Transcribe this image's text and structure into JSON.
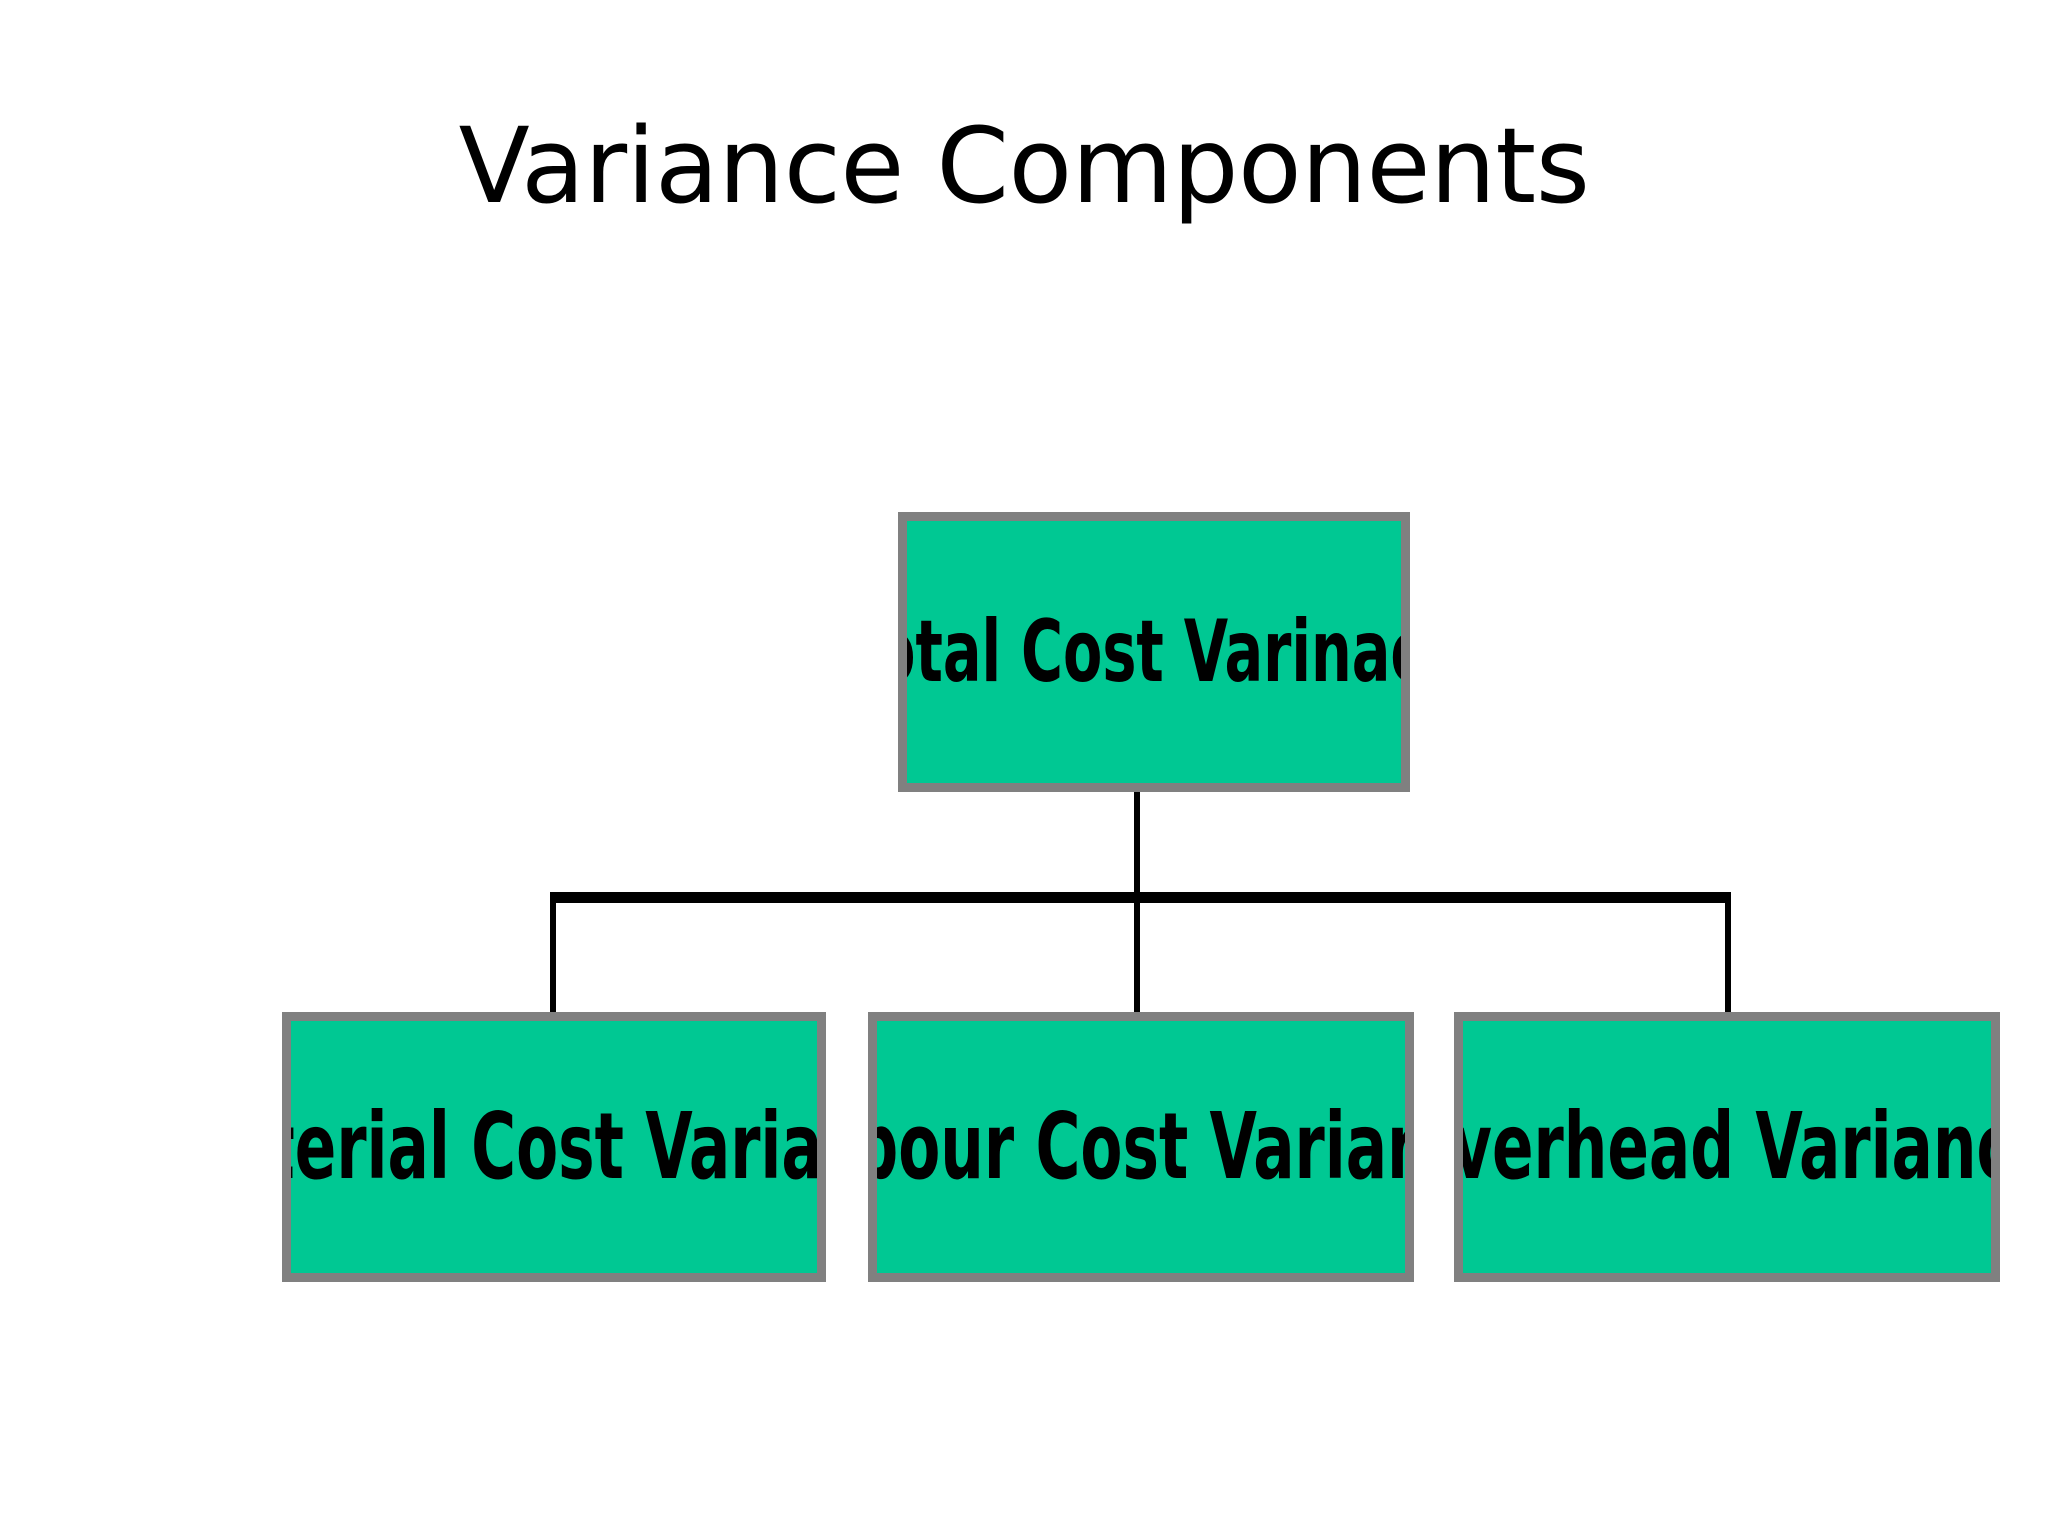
{
  "slide": {
    "title": "Variance Components",
    "background_color": "#FFFFFF"
  },
  "theme": {
    "node_fill": "#00C893",
    "node_border": "#808080",
    "connector_color": "#000000",
    "text_color": "#000000"
  },
  "diagram": {
    "type": "hierarchy",
    "root": {
      "id": "total-cost-variance",
      "label": "Total Cost Varinace"
    },
    "children": [
      {
        "id": "material-cost-variance",
        "label": "Material Cost Variance"
      },
      {
        "id": "labour-cost-variance",
        "label": "Labour Cost Variance"
      },
      {
        "id": "overhead-variance",
        "label": "Overhead Variance"
      }
    ]
  }
}
